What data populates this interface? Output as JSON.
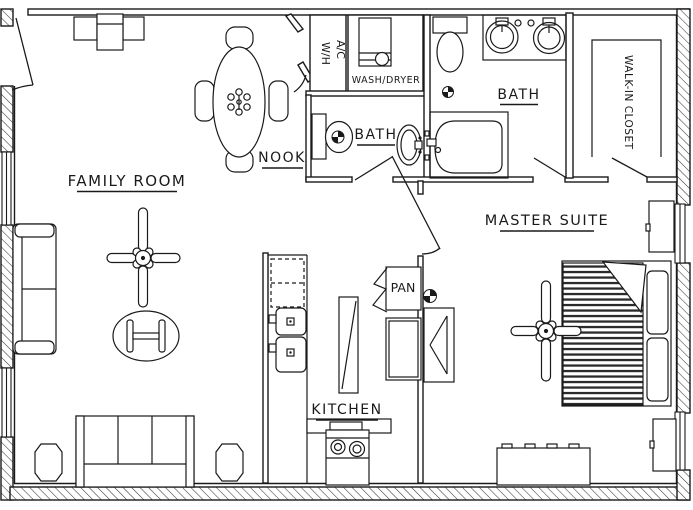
{
  "labels": {
    "family_room": "FAMILY ROOM",
    "nook": "NOOK",
    "ac": "A/C",
    "wh": "W/H",
    "wash_dryer": "WASH/DRYER",
    "bath_hall": "BATH",
    "bath_master": "BATH",
    "walk_in_closet": "WALK-IN CLOSET",
    "master_suite": "MASTER SUITE",
    "kitchen": "KITCHEN",
    "pantry": "PAN"
  },
  "colors": {
    "ink": "#1a1a1a",
    "paper": "#ffffff"
  }
}
